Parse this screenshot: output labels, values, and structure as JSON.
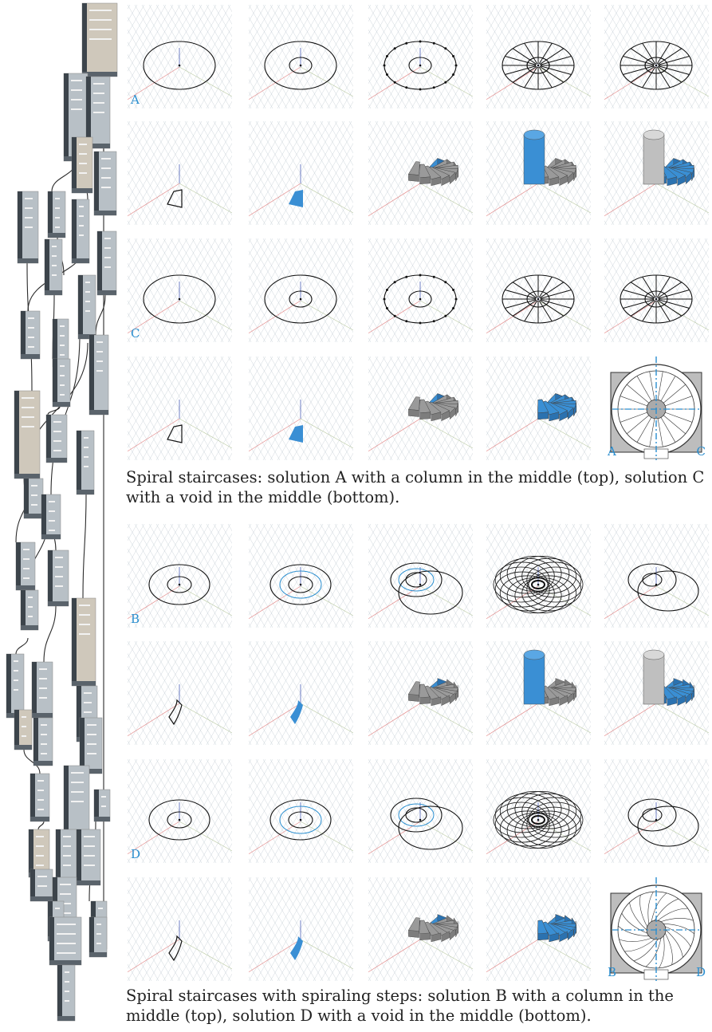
{
  "section1": {
    "caption": "Spiral staircases: solution A with a column in the middle (top), solution C with a void in the middle (bottom).",
    "labels": {
      "row1": "A",
      "row3": "C"
    },
    "plan": {
      "left": "A",
      "right": "C"
    }
  },
  "section2": {
    "caption": "Spiral staircases with spiraling steps: solution B with a column in the middle (top), solution D with a void in the middle (bottom).",
    "labels": {
      "row1": "B",
      "row3": "D"
    },
    "plan": {
      "left": "B",
      "right": "D"
    }
  },
  "colors": {
    "accent": "#2a8ecf",
    "step_blue": "#3a8fd4",
    "step_gray": "#9a9a9a",
    "node_dark": "#3c444b",
    "node_body": "#b8c0c6",
    "node_beige": "#cfc8bb"
  }
}
